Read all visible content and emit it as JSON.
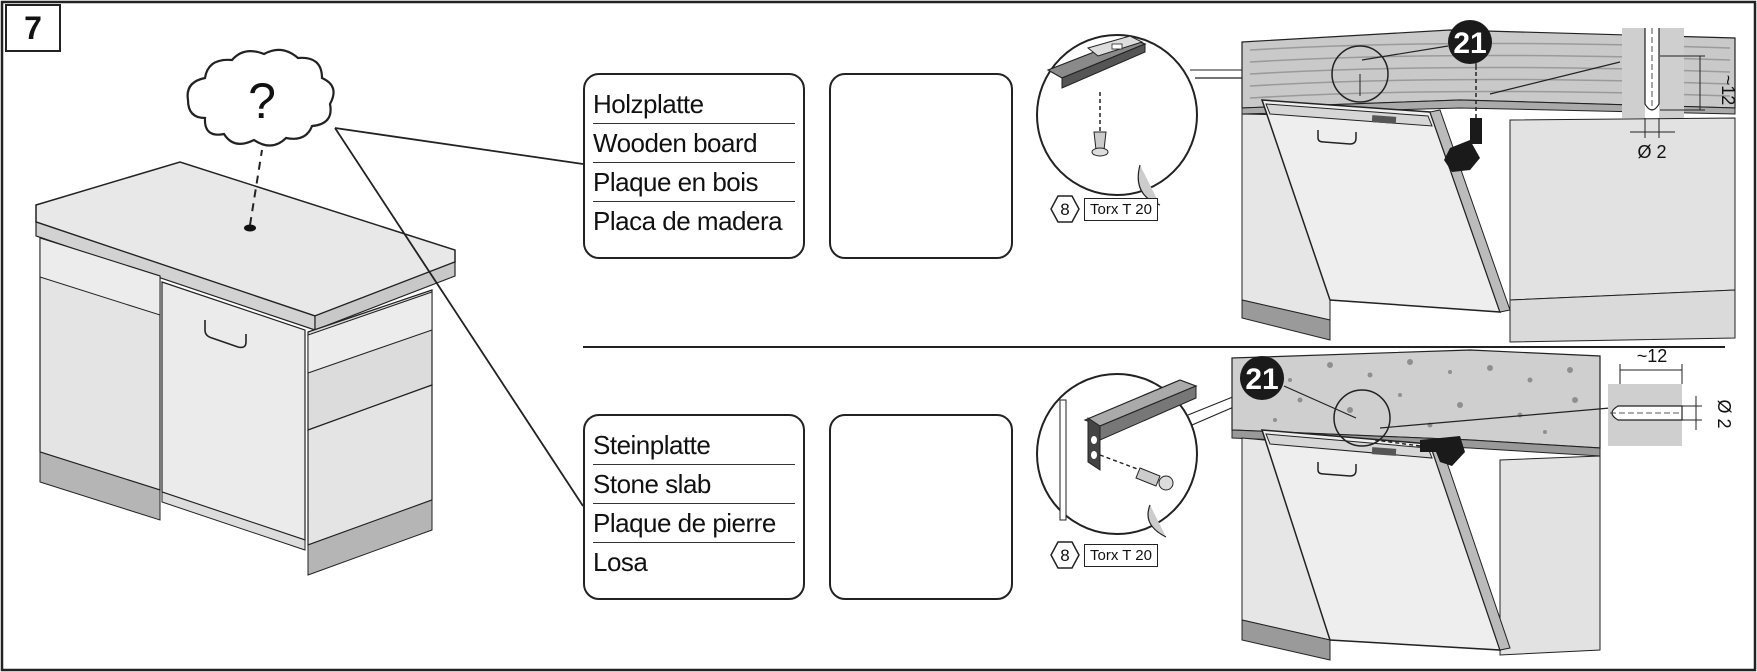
{
  "step_number": "7",
  "cloud_symbol": "?",
  "wood": {
    "labels": [
      "Holzplatte",
      "Wooden board",
      "Plaque en bois",
      "Placa de madera"
    ],
    "part_number": "21",
    "bit_size": "8",
    "bit_label": "Torx T 20",
    "dim_hole": "~12",
    "dim_dia": "Ø 2"
  },
  "stone": {
    "labels": [
      "Steinplatte",
      "Stone slab",
      "Plaque de pierre",
      "Losa"
    ],
    "part_number": "21",
    "bit_size": "8",
    "bit_label": "Torx T 20",
    "dim_hole": "~12",
    "dim_dia": "Ø 2"
  },
  "icons": [
    "question-cloud-icon",
    "tree-icon",
    "bricks-icon",
    "drill-icon",
    "screw-icon",
    "hex-bit-icon"
  ],
  "colors": {
    "line": "#222222",
    "panel": "#e6e6e6",
    "shade": "#bdbdbd",
    "drill": "#1a1a1a"
  }
}
